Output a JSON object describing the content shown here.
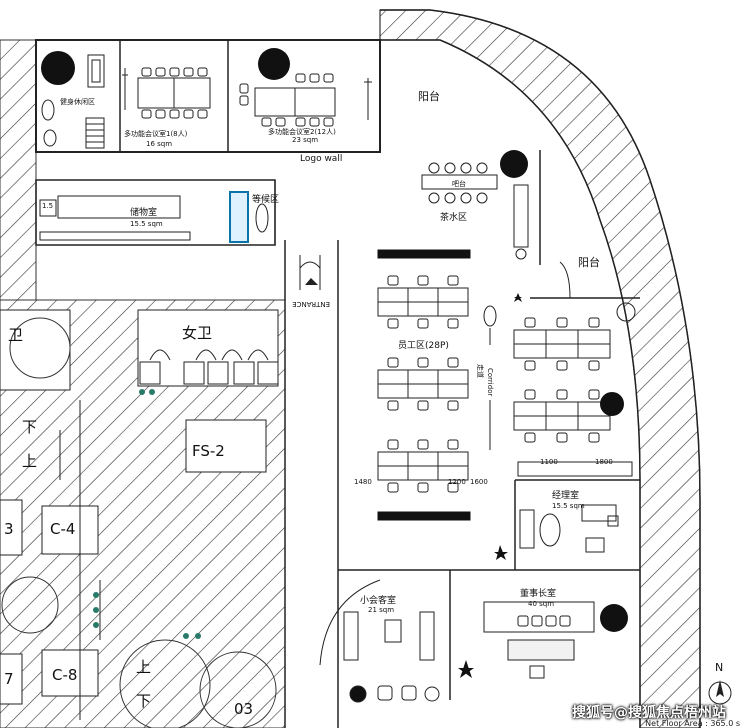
{
  "rooms": {
    "fitness": "健身休闲区",
    "meeting1": "多功能会议室1(8人)",
    "meeting1_area": "16 sqm",
    "meeting2": "多功能会议室2(12人)",
    "meeting2_area": "23 sqm",
    "logo_wall": "Logo wall",
    "storage": "储物室",
    "storage_area": "15.5 sqm",
    "waiting": "等候区",
    "balcony_top": "阳台",
    "balcony_right": "阳台",
    "tea": "茶水区",
    "tea_counter": "吧台",
    "entrance": "ENTRANCE",
    "womens_wc": "女卫",
    "staff": "员工区(28P)",
    "corridor_cn": "走道",
    "corridor_en": "Corridor",
    "fs2": "FS-2",
    "manager": "经理室",
    "manager_area": "15.5 sqm",
    "small_reception": "小会客室",
    "small_reception_area": "21 sqm",
    "chairman": "董事长室",
    "chairman_area": "40 sqm",
    "stair_up": "上",
    "stair_down": "下",
    "core_c4": "C-4",
    "core_c8": "C-8",
    "core_3": "3",
    "core_7": "7",
    "core_03": "03",
    "wc_mark": "卫",
    "dim_1480": "1480",
    "dim_1200": "1200",
    "dim_1600": "1600",
    "dim_1100": "1100",
    "dim_1800": "1800",
    "dim_15": "1.5"
  },
  "compass": "N",
  "footer": {
    "net_area": "Net Floor Area : 365.0 s",
    "watermark": "搜狐号@搜狐焦点梧州站"
  }
}
